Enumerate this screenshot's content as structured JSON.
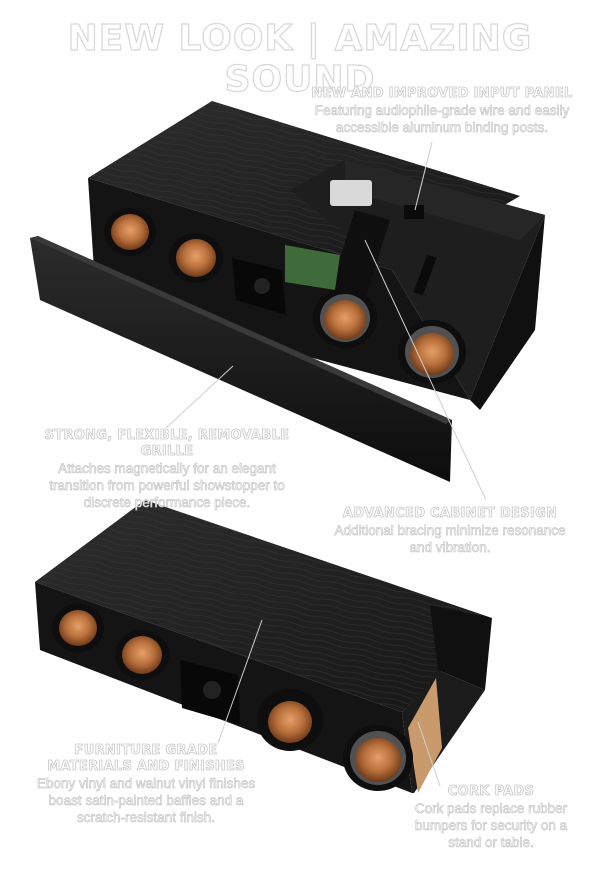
{
  "title": "NEW LOOK | AMAZING SOUND",
  "callouts": {
    "input_panel": {
      "heading": "NEW AND IMPROVED INPUT PANEL",
      "body": [
        "Featuring audiophile-grade wire and easily",
        "accessible aluminum binding posts."
      ]
    },
    "grille": {
      "heading": "STRONG, FLEXIBLE, REMOVABLE GRILLE",
      "body": [
        "Attaches magnetically for an elegant",
        "transition from powerful showstopper to",
        "discrete performance piece."
      ]
    },
    "cabinet": {
      "heading": "ADVANCED CABINET DESIGN",
      "body": [
        "Additional bracing minimize resonance",
        "and vibration."
      ]
    },
    "furniture": {
      "heading": [
        "FURNITURE GRADE",
        "MATERIALS AND FINISHES"
      ],
      "body": [
        "Ebony vinyl and walnut vinyl finishes",
        "boast satin-painted baffles and a",
        "scratch-resistant finish."
      ]
    },
    "cork": {
      "heading": "CORK PADS",
      "body": [
        "Cork pads replace rubber",
        "bumpers for security on a",
        "stand or table."
      ]
    }
  },
  "colors": {
    "cabinet": "#1c1c1c",
    "woodgrain": "#2a2a2a",
    "copper_cone": "#b8703c",
    "cork": "#c99a6b",
    "text_outline": "#cfcfcf"
  }
}
